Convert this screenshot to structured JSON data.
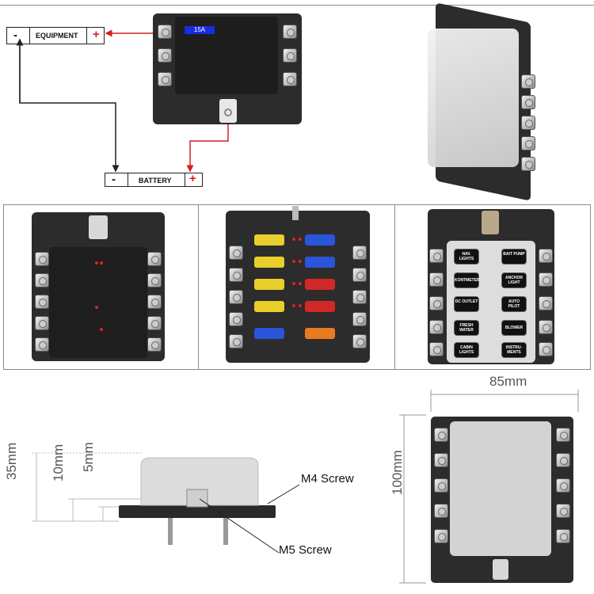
{
  "wiring_diagram": {
    "equipment": {
      "label": "EQUIPMENT",
      "minus": "-",
      "plus": "+"
    },
    "battery": {
      "label": "BATTERY",
      "minus": "-",
      "plus": "+"
    },
    "fuse_rating": "15A"
  },
  "panel3": {
    "labels": [
      "NAV. LIGHTS",
      "BAIT PUMP",
      "KONTMETER",
      "ANCHOR LIGHT",
      "DC OUTLET",
      "AUTO PILOT",
      "FRESH WATER",
      "BLOWER",
      "CABIN LIGHTS",
      "INSTRU-MENTS"
    ]
  },
  "dimensions": {
    "height_35": "35mm",
    "height_10": "10mm",
    "height_5": "5mm",
    "m4": "M4 Screw",
    "m5": "M5 Screw",
    "width": "85mm",
    "length": "100mm"
  },
  "colors": {
    "wire": "#d42020",
    "frame": "#8a8a8a",
    "box": "#2c2c2c"
  }
}
